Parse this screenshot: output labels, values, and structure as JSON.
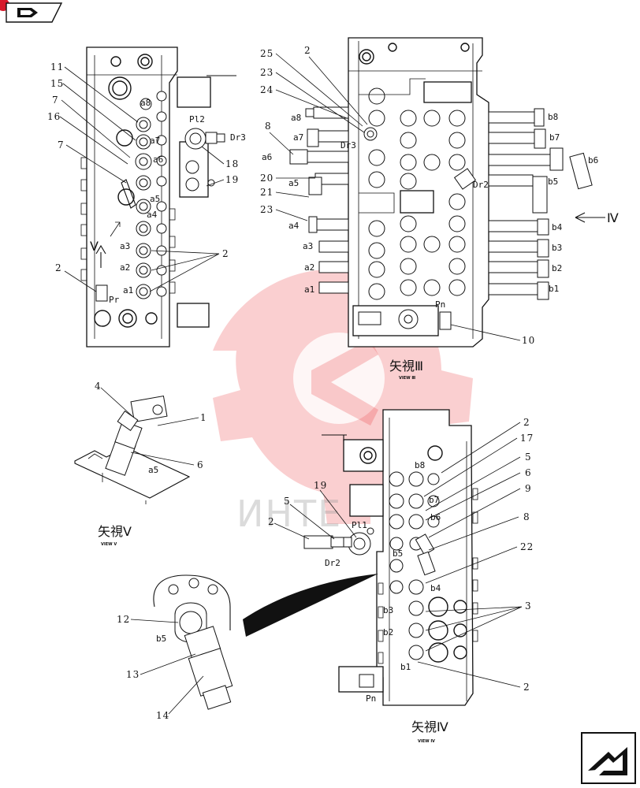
{
  "nav": {
    "back_icon": "back-arrow-icon",
    "next_icon": "next-page-arrow-icon"
  },
  "watermark": {
    "text": "ИНТЕ",
    "color": "#e8262b"
  },
  "views": {
    "v3": {
      "caption": "矢視Ⅲ",
      "sub": "VIEW Ⅲ"
    },
    "v4": {
      "caption": "矢視Ⅳ",
      "sub": "VIEW Ⅳ"
    },
    "v5": {
      "caption": "矢視Ⅴ",
      "sub": "VIEW V"
    },
    "arrow_iv": "Ⅳ",
    "arrow_v": "V"
  },
  "left_view": {
    "callouts": [
      "11",
      "15",
      "7",
      "16",
      "7",
      "2",
      "2"
    ],
    "ports": [
      "a8",
      "a7",
      "a6",
      "a5",
      "a4",
      "a3",
      "a2",
      "a1",
      "Pr"
    ],
    "right_labels": {
      "pi": "Pl2",
      "dr": "Dr3",
      "n18": "18",
      "n19": "19"
    }
  },
  "view3": {
    "callouts_left": [
      "25",
      "23",
      "24",
      "8",
      "20",
      "21",
      "23"
    ],
    "callout_top": "2",
    "a_ports": [
      "a8",
      "a7",
      "a6",
      "a5",
      "a4",
      "a3",
      "a2",
      "a1"
    ],
    "b_ports": [
      "b8",
      "b7",
      "b6",
      "b5",
      "b4",
      "b3",
      "b2",
      "b1"
    ],
    "inner": {
      "dr3": "Dr3",
      "dr2": "Dr2",
      "pn": "Pn"
    },
    "callout_pn": "10"
  },
  "view5": {
    "callouts": [
      "4",
      "1",
      "6"
    ],
    "port": "a5"
  },
  "view4": {
    "callouts_right": [
      "2",
      "17",
      "5",
      "6",
      "9",
      "8",
      "22",
      "3",
      "2"
    ],
    "ports": [
      "b8",
      "b7",
      "b6",
      "b5",
      "b4",
      "b3",
      "b2",
      "b1"
    ],
    "left_callouts": [
      "19",
      "5",
      "2"
    ],
    "labels": {
      "pi": "Pl1",
      "dr": "Dr2",
      "pn": "Pn"
    }
  },
  "detail": {
    "callouts": [
      "12",
      "13",
      "14"
    ],
    "port": "b5"
  }
}
